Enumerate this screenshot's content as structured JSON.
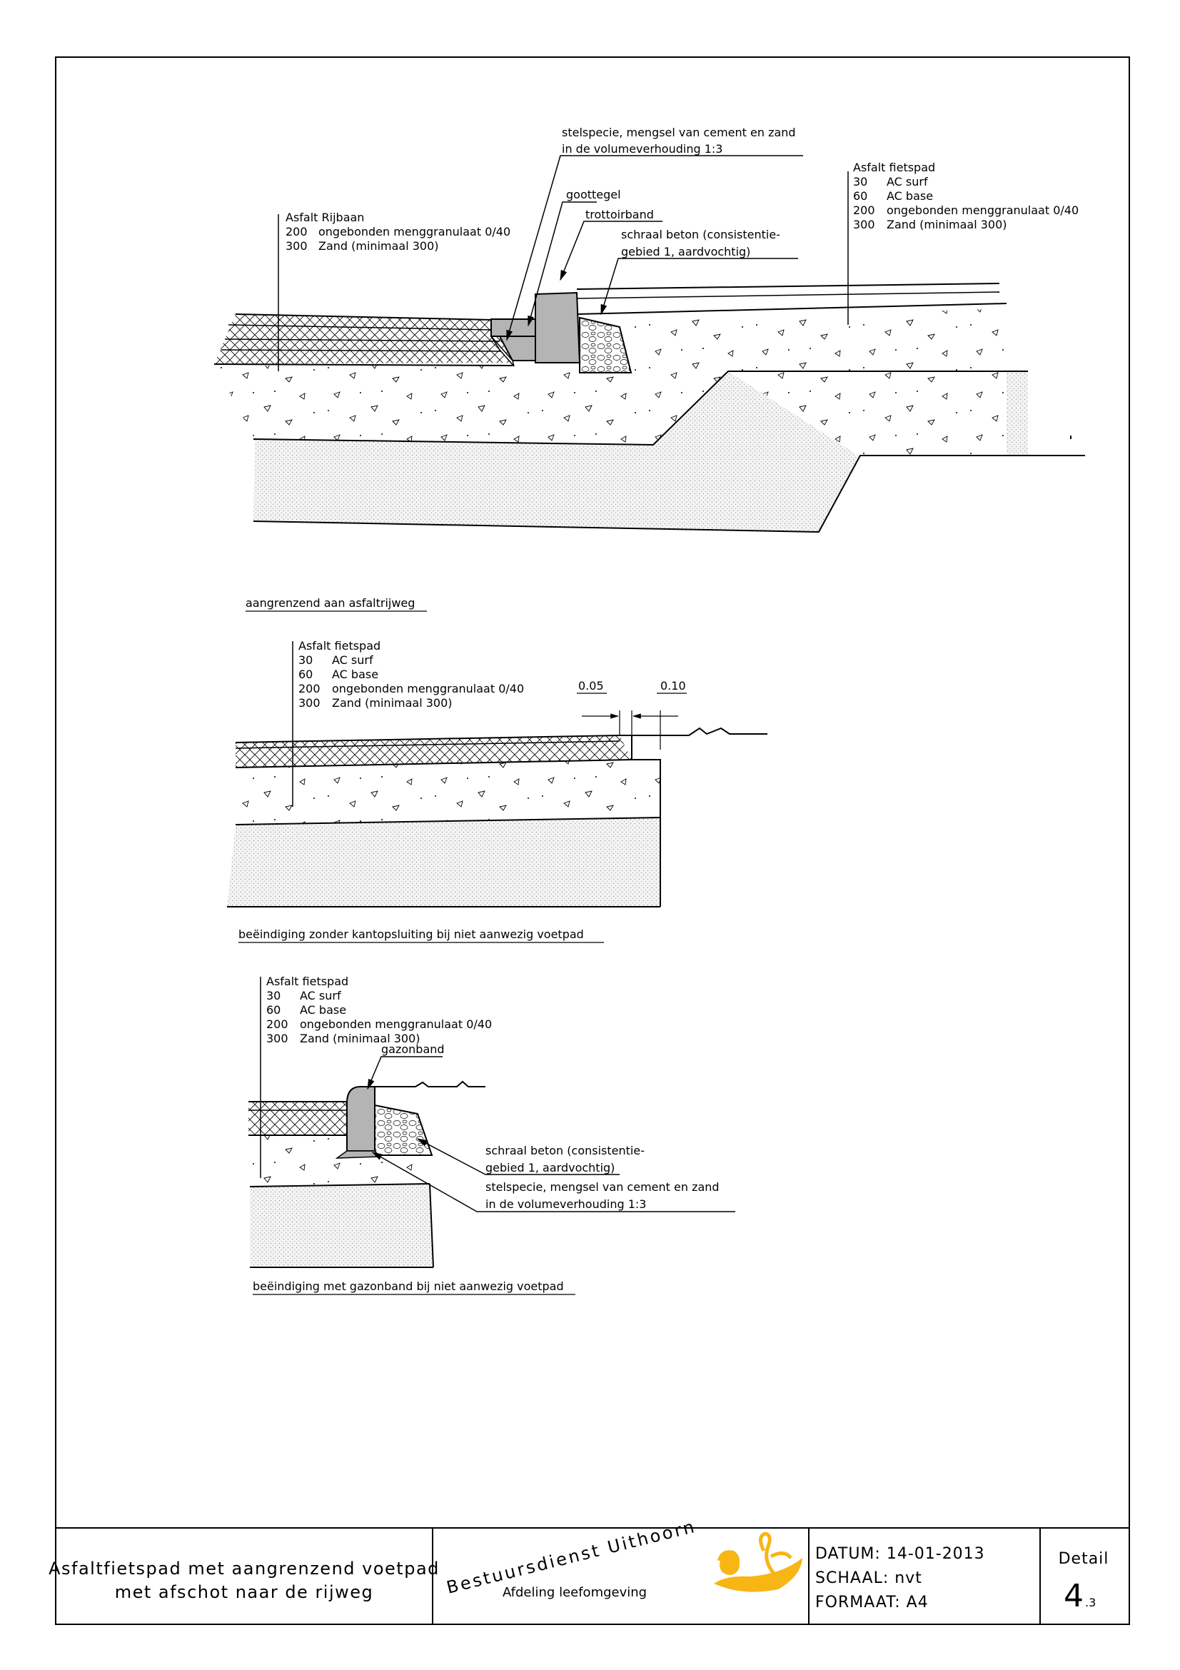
{
  "section1": {
    "road_title": "Asfalt Rijbaan",
    "road_layers": [
      {
        "n": "200",
        "t": "ongebonden menggranulaat 0/40"
      },
      {
        "n": "300",
        "t": "Zand (minimaal 300)"
      }
    ],
    "stelspecie_1": "stelspecie, mengsel van cement en zand",
    "stelspecie_2": "in de volumeverhouding 1:3",
    "goottegel": "goottegel",
    "trottoirband": "trottoirband",
    "beton_1": "schraal beton (consistentie-",
    "beton_2": "gebied 1, aardvochtig)",
    "path_title": "Asfalt fietspad",
    "path_layers": [
      {
        "n": "30",
        "t": "AC surf"
      },
      {
        "n": "60",
        "t": "AC base"
      },
      {
        "n": "200",
        "t": "ongebonden menggranulaat 0/40"
      },
      {
        "n": "300",
        "t": "Zand (minimaal 300)"
      }
    ],
    "caption": "aangrenzend aan asfaltrijweg"
  },
  "section2": {
    "path_title": "Asfalt fietspad",
    "path_layers": [
      {
        "n": "30",
        "t": "AC surf"
      },
      {
        "n": "60",
        "t": "AC base"
      },
      {
        "n": "200",
        "t": "ongebonden menggranulaat 0/40"
      },
      {
        "n": "300",
        "t": "Zand (minimaal 300)"
      }
    ],
    "dim_a": "0.05",
    "dim_b": "0.10",
    "caption": "beëindiging zonder kantopsluiting bij niet aanwezig voetpad"
  },
  "section3": {
    "path_title": "Asfalt fietspad",
    "path_layers": [
      {
        "n": "30",
        "t": "AC surf"
      },
      {
        "n": "60",
        "t": "AC base"
      },
      {
        "n": "200",
        "t": "ongebonden menggranulaat 0/40"
      },
      {
        "n": "300",
        "t": "Zand (minimaal 300)"
      }
    ],
    "gazonband": "gazonband",
    "beton_1": "schraal beton (consistentie-",
    "beton_2": "gebied 1, aardvochtig)",
    "stelspecie_1": "stelspecie, mengsel van cement en zand",
    "stelspecie_2": "in de volumeverhouding 1:3",
    "caption": "beëindiging met gazonband bij niet aanwezig voetpad"
  },
  "titleblock": {
    "title_1": "Asfaltfietspad met aangrenzend voetpad",
    "title_2": "met afschot naar de rijweg",
    "org_name": "Bestuursdienst Uithoorn",
    "org_dept": "Afdeling leefomgeving",
    "datum": "DATUM: 14-01-2013",
    "schaal": "SCHAAL: nvt",
    "formaat": "FORMAAT: A4",
    "detail_label": "Detail",
    "detail_num": "4",
    "detail_sub": ".3"
  },
  "colors": {
    "logo": "#f7b614",
    "concrete": "#b4b4b4",
    "sand": "#efefef"
  }
}
